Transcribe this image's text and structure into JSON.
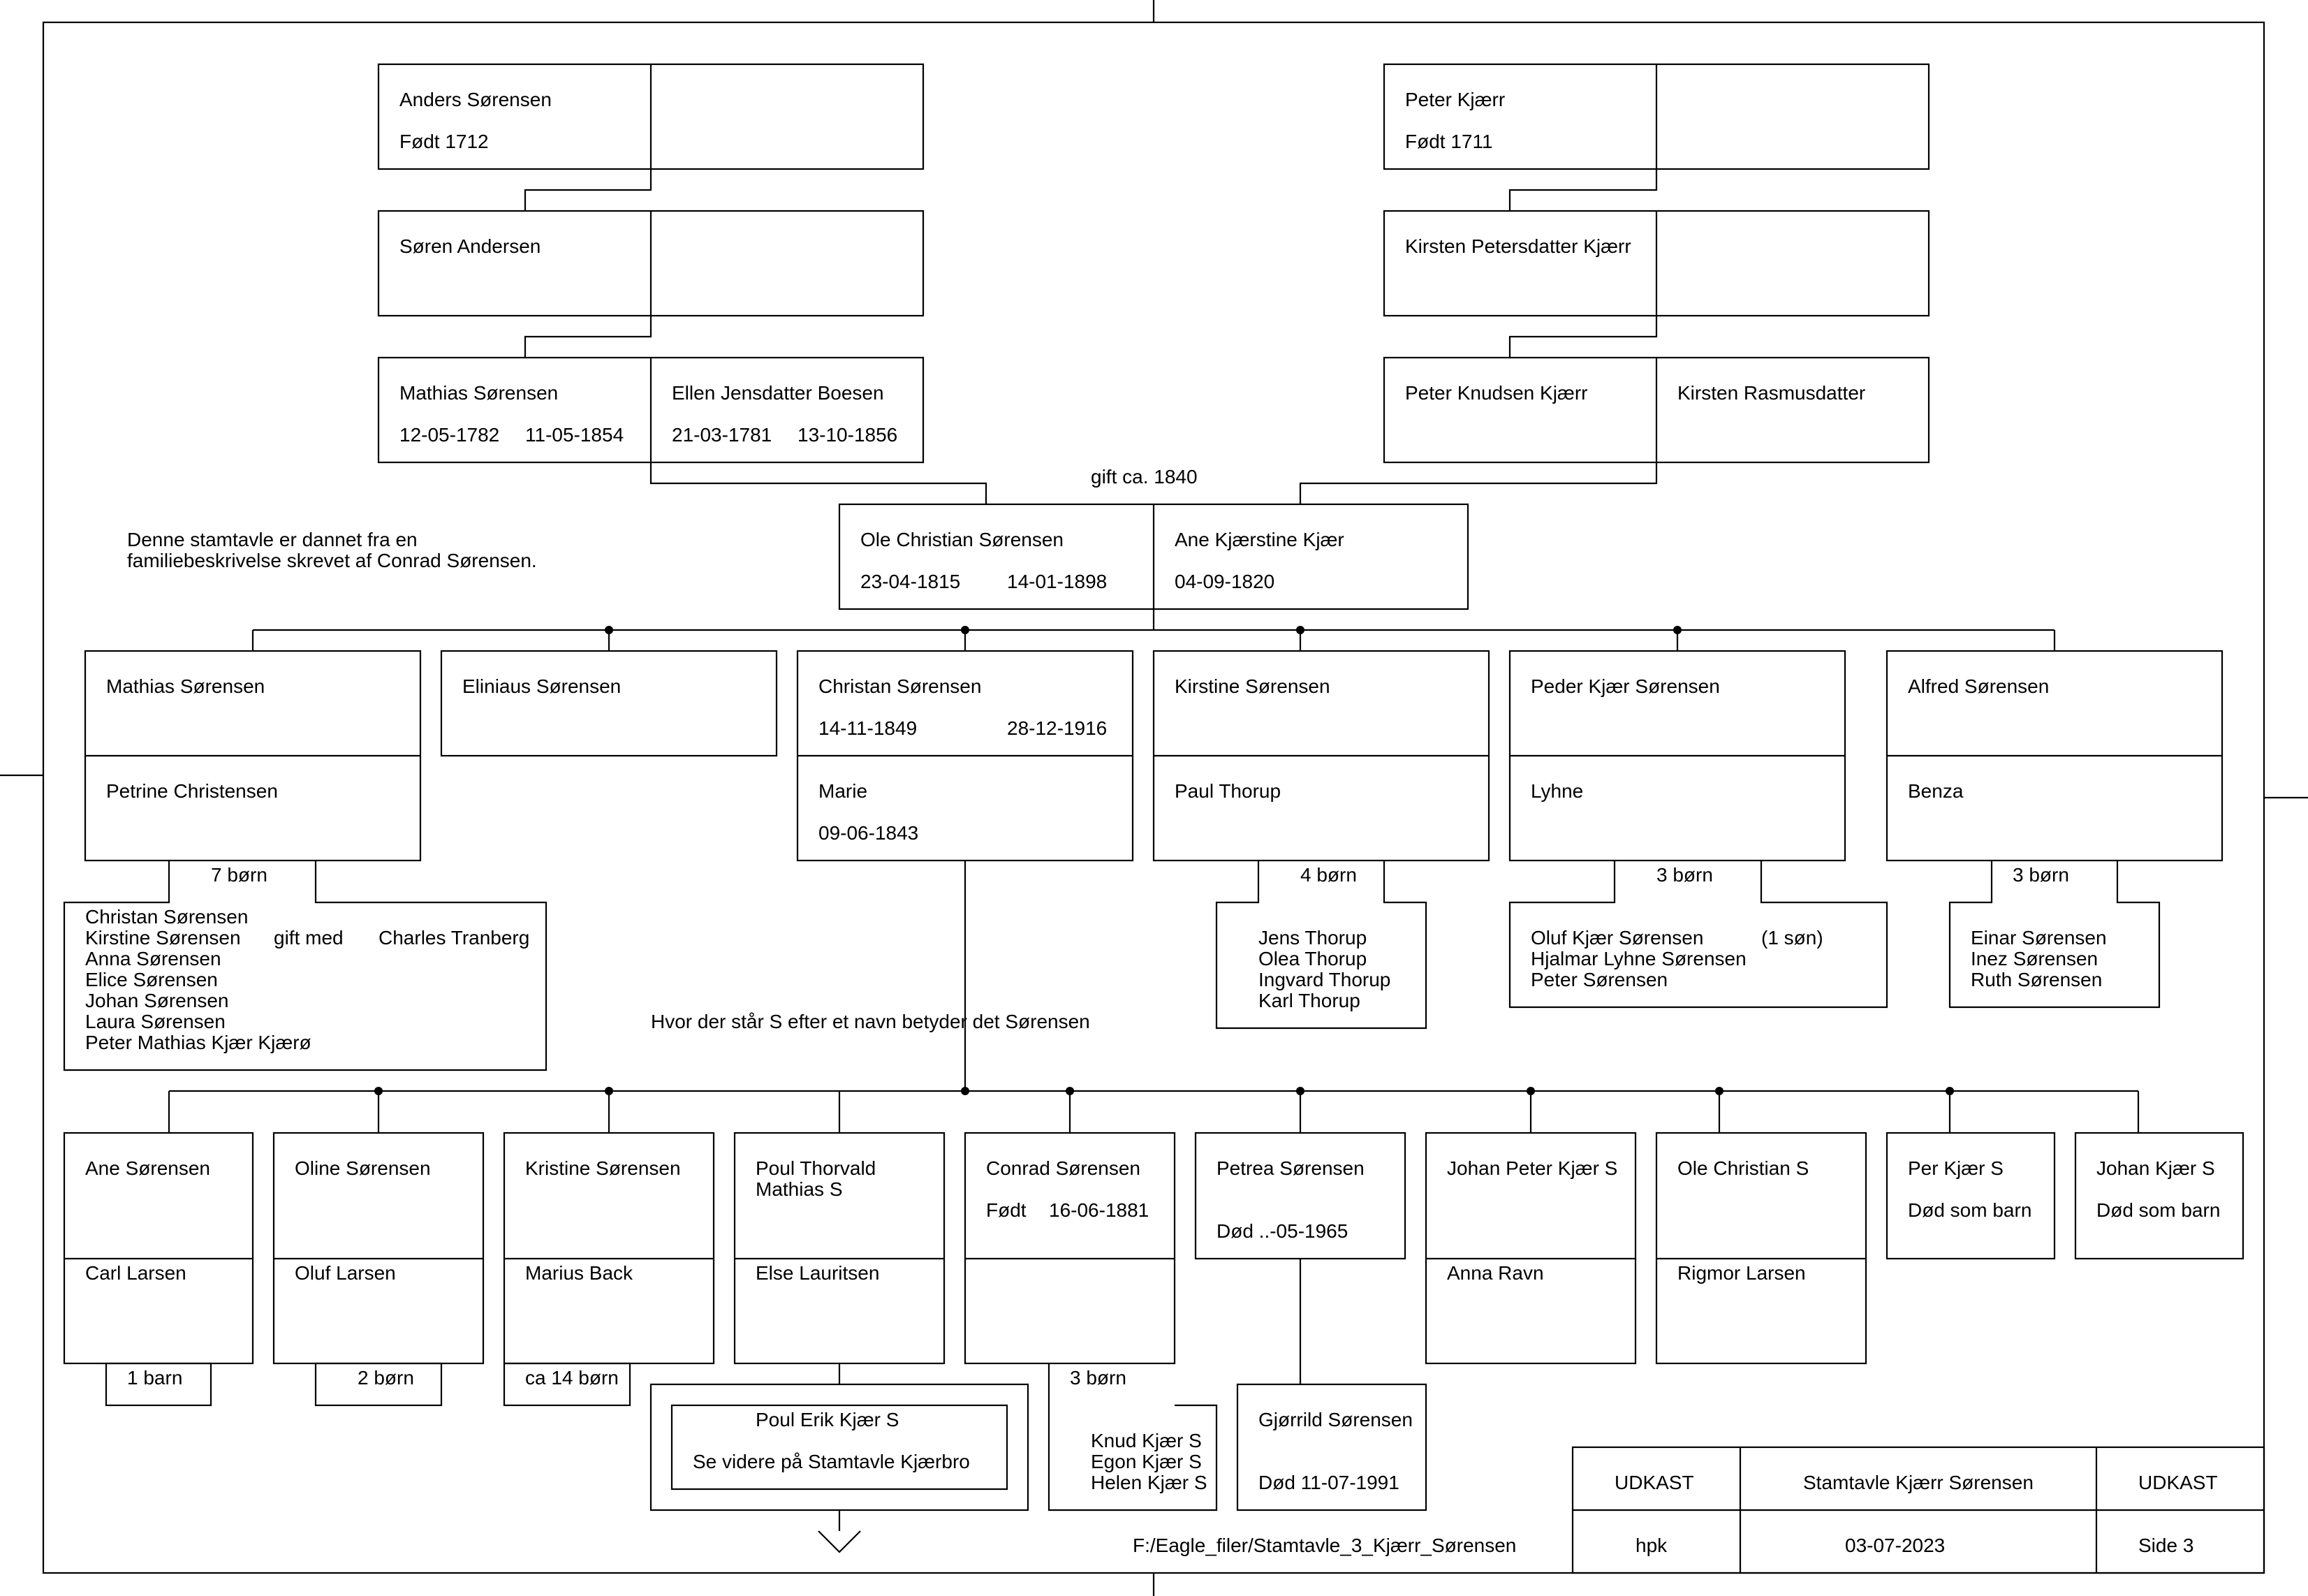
{
  "gen1": {
    "left": {
      "name": "Anders Sørensen",
      "born": "Født 1712"
    },
    "right": {
      "name": "Peter Kjærr",
      "born": "Født 1711"
    }
  },
  "gen2": {
    "left": {
      "name": "Søren Andersen"
    },
    "right": {
      "name": "Kirsten Petersdatter Kjærr"
    }
  },
  "gen3": {
    "husband_left": {
      "name": "Mathias Sørensen",
      "born": "12-05-1782",
      "died": "11-05-1854"
    },
    "wife_left": {
      "name": "Ellen Jensdatter Boesen",
      "born": "21-03-1781",
      "died": "13-10-1856"
    },
    "husband_right": {
      "name": "Peter Knudsen Kjærr"
    },
    "wife_right": {
      "name": "Kirsten Rasmusdatter"
    }
  },
  "marriage_label": "gift ca. 1840",
  "couple": {
    "husband": {
      "name": "Ole Christian Sørensen",
      "born": "23-04-1815",
      "died": "14-01-1898"
    },
    "wife": {
      "name": "Ane Kjærstine Kjær",
      "born": "04-09-1820"
    }
  },
  "note_source": [
    "Denne stamtavle er dannet fra en",
    "familiebeskrivelse skrevet af Conrad Sørensen."
  ],
  "note_s": "Hvor der står S efter et navn betyder det Sørensen",
  "children": {
    "mathias": {
      "name": "Mathias Sørensen",
      "spouse": "Petrine Christensen",
      "count": "7 børn"
    },
    "eliniaus": {
      "name": "Eliniaus Sørensen"
    },
    "christan": {
      "name": "Christan Sørensen",
      "born": "14-11-1849",
      "died": "28-12-1916",
      "spouse": "Marie",
      "spouse_born": "09-06-1843"
    },
    "kirstine": {
      "name": "Kirstine Sørensen",
      "spouse": "Paul Thorup",
      "count": "4 børn"
    },
    "peder": {
      "name": "Peder Kjær Sørensen",
      "spouse": "Lyhne",
      "count": "3 børn"
    },
    "alfred": {
      "name": "Alfred Sørensen",
      "spouse": "Benza",
      "count": "3 børn"
    }
  },
  "mathias_children": {
    "line1": "Christan Sørensen",
    "line2_name": "Kirstine Sørensen",
    "line2_mid": "gift med",
    "line2_spouse": "Charles Tranberg",
    "rest": [
      "Anna Sørensen",
      "Elice Sørensen",
      "Johan Sørensen",
      "Laura Sørensen",
      "Peter Mathias Kjær Kjærø"
    ]
  },
  "kirstine_children": [
    "Jens Thorup",
    "Olea Thorup",
    "Ingvard Thorup",
    "Karl Thorup"
  ],
  "peder_children": {
    "line1_name": "Oluf Kjær Sørensen",
    "line1_note": "(1 søn)",
    "rest": [
      "Hjalmar Lyhne Sørensen",
      "Peter Sørensen"
    ]
  },
  "alfred_children": [
    "Einar Sørensen",
    "Inez Sørensen",
    "Ruth Sørensen"
  ],
  "grandchildren": {
    "ane": {
      "name": "Ane Sørensen",
      "spouse": "Carl Larsen",
      "count": "1 barn"
    },
    "oline": {
      "name": "Oline Sørensen",
      "spouse": "Oluf Larsen",
      "count": "2 børn"
    },
    "kristine": {
      "name": "Kristine Sørensen",
      "spouse": "Marius Back",
      "count": "ca 14 børn"
    },
    "poul": {
      "name_l1": "Poul Thorvald",
      "name_l2": "Mathias S",
      "spouse": "Else Lauritsen"
    },
    "conrad": {
      "name": "Conrad Sørensen",
      "born_label": "Født",
      "born": "16-06-1881",
      "count": "3 børn"
    },
    "petrea": {
      "name": "Petrea Sørensen",
      "died": "Død ..-05-1965"
    },
    "johan_peter": {
      "name": "Johan Peter Kjær S",
      "spouse": "Anna Ravn"
    },
    "ole_christian": {
      "name": "Ole Christian S",
      "spouse": "Rigmor Larsen"
    },
    "per": {
      "name": "Per Kjær S",
      "note": "Død som barn"
    },
    "johan": {
      "name": "Johan Kjær S",
      "note": "Død som barn"
    }
  },
  "poul_erik": {
    "name": "Poul Erik Kjær S",
    "ref": "Se videre på Stamtavle Kjærbro"
  },
  "conrad_children": [
    "Knud Kjær S",
    "Egon Kjær S",
    "Helen Kjær S"
  ],
  "gjorrild": {
    "name": "Gjørrild Sørensen",
    "died": "Død 11-07-1991"
  },
  "file_path": "F:/Eagle_filer/Stamtavle_3_Kjærr_Sørensen",
  "title_block": {
    "status_left": "UDKAST",
    "title": "Stamtavle Kjærr Sørensen",
    "status_right": "UDKAST",
    "author": "hpk",
    "date": "03-07-2023",
    "page": "Side 3"
  }
}
